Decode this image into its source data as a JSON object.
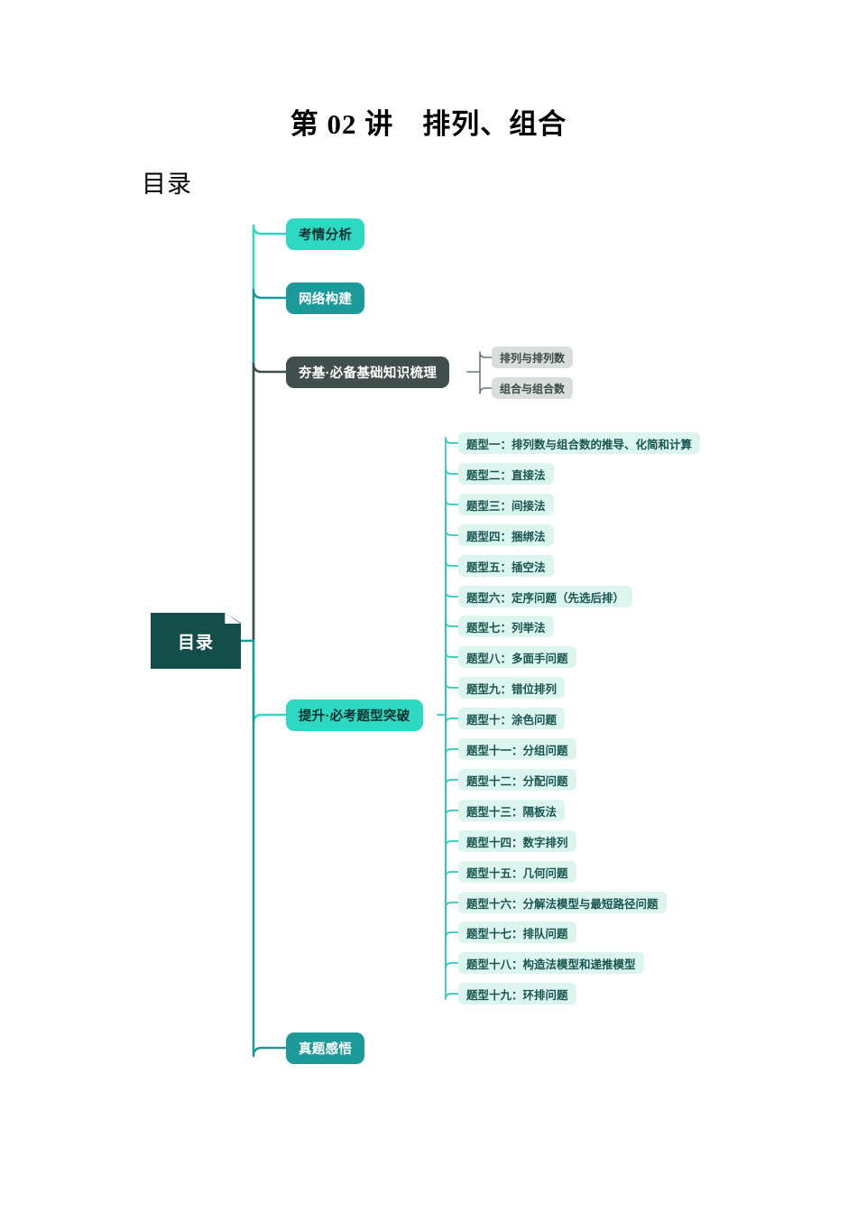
{
  "document": {
    "title": "第 02 讲　排列、组合",
    "subtitle": "目录"
  },
  "mindmap": {
    "root": {
      "label": "目录"
    },
    "branches": [
      {
        "id": "kaoqing",
        "label": "考情分析",
        "style": "bright",
        "color": "#2ED9C3"
      },
      {
        "id": "wangluo",
        "label": "网络构建",
        "style": "teal",
        "color": "#1C9A9A"
      },
      {
        "id": "hangji",
        "label": "夯基·必备基础知识梳理",
        "style": "slate",
        "color": "#414F4C"
      },
      {
        "id": "tisheng",
        "label": "提升·必考题型突破",
        "style": "bright",
        "color": "#2ED9C3"
      },
      {
        "id": "zhenti",
        "label": "真题感悟",
        "style": "teal",
        "color": "#1C9A9A"
      }
    ],
    "hangji_children": [
      {
        "label": "排列与排列数"
      },
      {
        "label": "组合与组合数"
      }
    ],
    "tisheng_children": [
      {
        "label": "题型一：排列数与组合数的推导、化简和计算"
      },
      {
        "label": "题型二：直接法"
      },
      {
        "label": "题型三：间接法"
      },
      {
        "label": "题型四：捆绑法"
      },
      {
        "label": "题型五：插空法"
      },
      {
        "label": "题型六：定序问题（先选后排）"
      },
      {
        "label": "题型七：列举法"
      },
      {
        "label": "题型八：多面手问题"
      },
      {
        "label": "题型九：错位排列"
      },
      {
        "label": "题型十：涂色问题"
      },
      {
        "label": "题型十一：分组问题"
      },
      {
        "label": "题型十二：分配问题"
      },
      {
        "label": "题型十三：隔板法"
      },
      {
        "label": "题型十四：数字排列"
      },
      {
        "label": "题型十五：几何问题"
      },
      {
        "label": "题型十六：分解法模型与最短路径问题"
      },
      {
        "label": "题型十七：排队问题"
      },
      {
        "label": "题型十八：构造法模型和递推模型"
      },
      {
        "label": "题型十九：环排问题"
      }
    ]
  },
  "colors": {
    "root_bg": "#134E4A",
    "bright_teal": "#2ED9C3",
    "deep_teal": "#1C9A9A",
    "slate": "#414F4C",
    "chip_gray": "#D9DEDD",
    "chip_mint": "#DDF5EF"
  }
}
